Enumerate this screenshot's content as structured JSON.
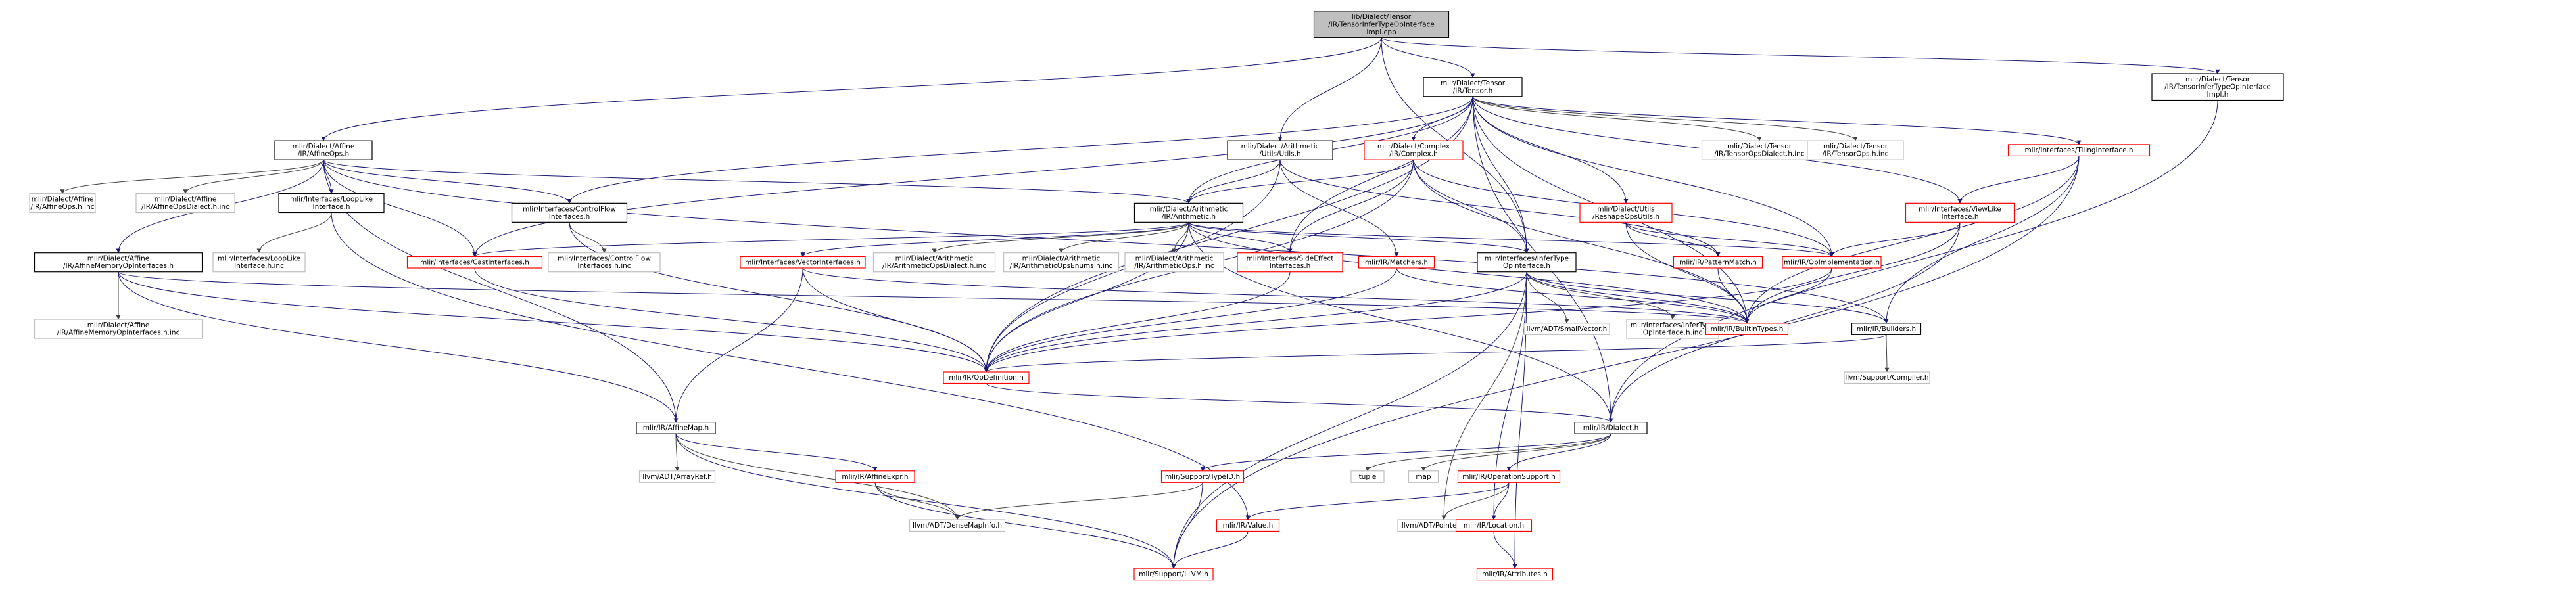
{
  "colors": {
    "normal_border": "#000000",
    "incomplete_border": "#ff0000",
    "external_border": "#bfbfbf",
    "root_fill": "#bfbfbf",
    "edge_dark": "#191970",
    "edge_gray": "#404040"
  },
  "nodes": [
    {
      "id": "root",
      "lines": [
        "lib/Dialect/Tensor",
        "/IR/TensorInferTypeOpInterface",
        "Impl.cpp"
      ],
      "kind": "root"
    },
    {
      "id": "affineops",
      "lines": [
        "mlir/Dialect/Affine",
        "/IR/AffineOps.h"
      ],
      "kind": "normal"
    },
    {
      "id": "arithutils",
      "lines": [
        "mlir/Dialect/Arithmetic",
        "/Utils/Utils.h"
      ],
      "kind": "normal"
    },
    {
      "id": "tensor",
      "lines": [
        "mlir/Dialect/Tensor",
        "/IR/Tensor.h"
      ],
      "kind": "normal"
    },
    {
      "id": "tensorinferimpl",
      "lines": [
        "mlir/Dialect/Tensor",
        "/IR/TensorInferTypeOpInterface",
        "Impl.h"
      ],
      "kind": "normal"
    },
    {
      "id": "affineopsinc",
      "lines": [
        "mlir/Dialect/Affine",
        "/IR/AffineOps.h.inc"
      ],
      "kind": "external"
    },
    {
      "id": "affineopsdialectinc",
      "lines": [
        "mlir/Dialect/Affine",
        "/IR/AffineOpsDialect.h.inc"
      ],
      "kind": "external"
    },
    {
      "id": "looplike",
      "lines": [
        "mlir/Interfaces/LoopLike",
        "Interface.h"
      ],
      "kind": "normal"
    },
    {
      "id": "controlflow",
      "lines": [
        "mlir/Interfaces/ControlFlow",
        "Interfaces.h"
      ],
      "kind": "normal"
    },
    {
      "id": "arithmetic",
      "lines": [
        "mlir/Dialect/Arithmetic",
        "/IR/Arithmetic.h"
      ],
      "kind": "normal"
    },
    {
      "id": "complex",
      "lines": [
        "mlir/Dialect/Complex",
        "/IR/Complex.h"
      ],
      "kind": "incomplete"
    },
    {
      "id": "reshapeutils",
      "lines": [
        "mlir/Dialect/Utils",
        "/ReshapeOpsUtils.h"
      ],
      "kind": "incomplete"
    },
    {
      "id": "tensordialectinc",
      "lines": [
        "mlir/Dialect/Tensor",
        "/IR/TensorOpsDialect.h.inc"
      ],
      "kind": "external"
    },
    {
      "id": "tensoropsinc",
      "lines": [
        "mlir/Dialect/Tensor",
        "/IR/TensorOps.h.inc"
      ],
      "kind": "external"
    },
    {
      "id": "tiling",
      "lines": [
        "mlir/Interfaces/TilingInterface.h"
      ],
      "kind": "incomplete"
    },
    {
      "id": "viewlike",
      "lines": [
        "mlir/Interfaces/ViewLike",
        "Interface.h"
      ],
      "kind": "incomplete"
    },
    {
      "id": "affinememory",
      "lines": [
        "mlir/Dialect/Affine",
        "/IR/AffineMemoryOpInterfaces.h"
      ],
      "kind": "normal"
    },
    {
      "id": "looplikeinc",
      "lines": [
        "mlir/Interfaces/LoopLike",
        "Interface.h.inc"
      ],
      "kind": "external"
    },
    {
      "id": "controlflowinc",
      "lines": [
        "mlir/Interfaces/ControlFlow",
        "Interfaces.h.inc"
      ],
      "kind": "external"
    },
    {
      "id": "castinterfaces",
      "lines": [
        "mlir/Interfaces/CastInterfaces.h"
      ],
      "kind": "incomplete"
    },
    {
      "id": "vectorinterfaces",
      "lines": [
        "mlir/Interfaces/VectorInterfaces.h"
      ],
      "kind": "incomplete"
    },
    {
      "id": "arithopsdialectinc",
      "lines": [
        "mlir/Dialect/Arithmetic",
        "/IR/ArithmeticOpsDialect.h.inc"
      ],
      "kind": "external"
    },
    {
      "id": "arithopsenumsinc",
      "lines": [
        "mlir/Dialect/Arithmetic",
        "/IR/ArithmeticOpsEnums.h.inc"
      ],
      "kind": "external"
    },
    {
      "id": "arithopsinc",
      "lines": [
        "mlir/Dialect/Arithmetic",
        "/IR/ArithmeticOps.h.inc"
      ],
      "kind": "external"
    },
    {
      "id": "sideeffect",
      "lines": [
        "mlir/Interfaces/SideEffect",
        "Interfaces.h"
      ],
      "kind": "incomplete"
    },
    {
      "id": "matchers",
      "lines": [
        "mlir/IR/Matchers.h"
      ],
      "kind": "incomplete"
    },
    {
      "id": "infertype",
      "lines": [
        "mlir/Interfaces/InferType",
        "OpInterface.h"
      ],
      "kind": "normal"
    },
    {
      "id": "patternmatch",
      "lines": [
        "mlir/IR/PatternMatch.h"
      ],
      "kind": "incomplete"
    },
    {
      "id": "opimplementation",
      "lines": [
        "mlir/IR/OpImplementation.h"
      ],
      "kind": "incomplete"
    },
    {
      "id": "affinememoryinc",
      "lines": [
        "mlir/Dialect/Affine",
        "/IR/AffineMemoryOpInterfaces.h.inc"
      ],
      "kind": "external"
    },
    {
      "id": "smallvector",
      "lines": [
        "llvm/ADT/SmallVector.h"
      ],
      "kind": "external"
    },
    {
      "id": "infertypeinc",
      "lines": [
        "mlir/Interfaces/InferType",
        "OpInterface.h.inc"
      ],
      "kind": "external"
    },
    {
      "id": "builtintypes",
      "lines": [
        "mlir/IR/BuiltinTypes.h"
      ],
      "kind": "incomplete"
    },
    {
      "id": "builders",
      "lines": [
        "mlir/IR/Builders.h"
      ],
      "kind": "normal"
    },
    {
      "id": "opdefinition",
      "lines": [
        "mlir/IR/OpDefinition.h"
      ],
      "kind": "incomplete"
    },
    {
      "id": "compiler",
      "lines": [
        "llvm/Support/Compiler.h"
      ],
      "kind": "external"
    },
    {
      "id": "affinemap",
      "lines": [
        "mlir/IR/AffineMap.h"
      ],
      "kind": "normal"
    },
    {
      "id": "dialect",
      "lines": [
        "mlir/IR/Dialect.h"
      ],
      "kind": "normal"
    },
    {
      "id": "arrayref",
      "lines": [
        "llvm/ADT/ArrayRef.h"
      ],
      "kind": "external"
    },
    {
      "id": "affineexpr",
      "lines": [
        "mlir/IR/AffineExpr.h"
      ],
      "kind": "incomplete"
    },
    {
      "id": "typeid",
      "lines": [
        "mlir/Support/TypeID.h"
      ],
      "kind": "incomplete"
    },
    {
      "id": "tuple",
      "lines": [
        "tuple"
      ],
      "kind": "external"
    },
    {
      "id": "map",
      "lines": [
        "map"
      ],
      "kind": "external"
    },
    {
      "id": "opsupport",
      "lines": [
        "mlir/IR/OperationSupport.h"
      ],
      "kind": "incomplete"
    },
    {
      "id": "densemapinfo",
      "lines": [
        "llvm/ADT/DenseMapInfo.h"
      ],
      "kind": "external"
    },
    {
      "id": "value",
      "lines": [
        "mlir/IR/Value.h"
      ],
      "kind": "incomplete"
    },
    {
      "id": "pointerunion",
      "lines": [
        "llvm/ADT/PointerUnion.h"
      ],
      "kind": "external"
    },
    {
      "id": "location",
      "lines": [
        "mlir/IR/Location.h"
      ],
      "kind": "incomplete"
    },
    {
      "id": "llvmh",
      "lines": [
        "mlir/Support/LLVM.h"
      ],
      "kind": "incomplete"
    },
    {
      "id": "attributes",
      "lines": [
        "mlir/IR/Attributes.h"
      ],
      "kind": "incomplete"
    }
  ],
  "edges": [
    [
      "root",
      "affineops"
    ],
    [
      "root",
      "arithutils"
    ],
    [
      "root",
      "tensor"
    ],
    [
      "root",
      "tensorinferimpl"
    ],
    [
      "root",
      "infertype"
    ],
    [
      "affineops",
      "affineopsinc"
    ],
    [
      "affineops",
      "affineopsdialectinc"
    ],
    [
      "affineops",
      "looplike"
    ],
    [
      "affineops",
      "controlflow"
    ],
    [
      "affineops",
      "arithmetic"
    ],
    [
      "affineops",
      "affinememory"
    ],
    [
      "affineops",
      "castinterfaces"
    ],
    [
      "affineops",
      "affinemap"
    ],
    [
      "affineops",
      "builders"
    ],
    [
      "arithutils",
      "arithmetic"
    ],
    [
      "arithutils",
      "matchers"
    ],
    [
      "arithutils",
      "patternmatch"
    ],
    [
      "arithutils",
      "opdefinition"
    ],
    [
      "tensor",
      "arithmetic"
    ],
    [
      "tensor",
      "complex"
    ],
    [
      "tensor",
      "reshapeutils"
    ],
    [
      "tensor",
      "tensordialectinc"
    ],
    [
      "tensor",
      "tensoropsinc"
    ],
    [
      "tensor",
      "tiling"
    ],
    [
      "tensor",
      "viewlike"
    ],
    [
      "tensor",
      "controlflow"
    ],
    [
      "tensor",
      "castinterfaces"
    ],
    [
      "tensor",
      "sideeffect"
    ],
    [
      "tensor",
      "infertype"
    ],
    [
      "tensor",
      "opimplementation"
    ],
    [
      "tensor",
      "builtintypes"
    ],
    [
      "tensor",
      "opdefinition"
    ],
    [
      "tensor",
      "dialect"
    ],
    [
      "tensorinferimpl",
      "dialect"
    ],
    [
      "looplike",
      "looplikeinc"
    ],
    [
      "looplike",
      "value"
    ],
    [
      "controlflow",
      "controlflowinc"
    ],
    [
      "controlflow",
      "opdefinition"
    ],
    [
      "arithmetic",
      "castinterfaces"
    ],
    [
      "arithmetic",
      "vectorinterfaces"
    ],
    [
      "arithmetic",
      "arithopsdialectinc"
    ],
    [
      "arithmetic",
      "arithopsenumsinc"
    ],
    [
      "arithmetic",
      "arithopsinc"
    ],
    [
      "arithmetic",
      "sideeffect"
    ],
    [
      "arithmetic",
      "infertype"
    ],
    [
      "arithmetic",
      "opimplementation"
    ],
    [
      "arithmetic",
      "opdefinition"
    ],
    [
      "arithmetic",
      "dialect"
    ],
    [
      "arithmetic",
      "builtintypes"
    ],
    [
      "complex",
      "arithmetic"
    ],
    [
      "complex",
      "sideeffect"
    ],
    [
      "complex",
      "infertype"
    ],
    [
      "complex",
      "opimplementation"
    ],
    [
      "complex",
      "builtintypes"
    ],
    [
      "complex",
      "opdefinition"
    ],
    [
      "reshapeutils",
      "patternmatch"
    ],
    [
      "reshapeutils",
      "opimplementation"
    ],
    [
      "reshapeutils",
      "builtintypes"
    ],
    [
      "tiling",
      "viewlike"
    ],
    [
      "tiling",
      "builders"
    ],
    [
      "tiling",
      "builtintypes"
    ],
    [
      "tiling",
      "llvmh"
    ],
    [
      "viewlike",
      "opimplementation"
    ],
    [
      "viewlike",
      "builtintypes"
    ],
    [
      "viewlike",
      "dialect"
    ],
    [
      "affinememory",
      "affinememoryinc"
    ],
    [
      "affinememory",
      "opdefinition"
    ],
    [
      "affinememory",
      "affinemap"
    ],
    [
      "affinememory",
      "builtintypes"
    ],
    [
      "castinterfaces",
      "opdefinition"
    ],
    [
      "vectorinterfaces",
      "affinemap"
    ],
    [
      "vectorinterfaces",
      "builtintypes"
    ],
    [
      "vectorinterfaces",
      "opdefinition"
    ],
    [
      "sideeffect",
      "opdefinition"
    ],
    [
      "matchers",
      "opdefinition"
    ],
    [
      "matchers",
      "builtintypes"
    ],
    [
      "infertype",
      "smallvector"
    ],
    [
      "infertype",
      "infertypeinc"
    ],
    [
      "infertype",
      "builtintypes"
    ],
    [
      "infertype",
      "builders"
    ],
    [
      "infertype",
      "opdefinition"
    ],
    [
      "infertype",
      "location"
    ],
    [
      "infertype",
      "attributes"
    ],
    [
      "infertype",
      "pointerunion"
    ],
    [
      "infertype",
      "llvmh"
    ],
    [
      "patternmatch",
      "builtintypes"
    ],
    [
      "opimplementation",
      "builtintypes"
    ],
    [
      "opimplementation",
      "opdefinition"
    ],
    [
      "builders",
      "compiler"
    ],
    [
      "builders",
      "opdefinition"
    ],
    [
      "opdefinition",
      "dialect"
    ],
    [
      "affinemap",
      "arrayref"
    ],
    [
      "affinemap",
      "affineexpr"
    ],
    [
      "affinemap",
      "densemapinfo"
    ],
    [
      "affinemap",
      "llvmh"
    ],
    [
      "dialect",
      "typeid"
    ],
    [
      "dialect",
      "tuple"
    ],
    [
      "dialect",
      "map"
    ],
    [
      "dialect",
      "opsupport"
    ],
    [
      "affineexpr",
      "densemapinfo"
    ],
    [
      "affineexpr",
      "llvmh"
    ],
    [
      "typeid",
      "densemapinfo"
    ],
    [
      "typeid",
      "llvmh"
    ],
    [
      "opsupport",
      "value"
    ],
    [
      "opsupport",
      "pointerunion"
    ],
    [
      "opsupport",
      "location"
    ],
    [
      "value",
      "llvmh"
    ],
    [
      "location",
      "attributes"
    ]
  ]
}
